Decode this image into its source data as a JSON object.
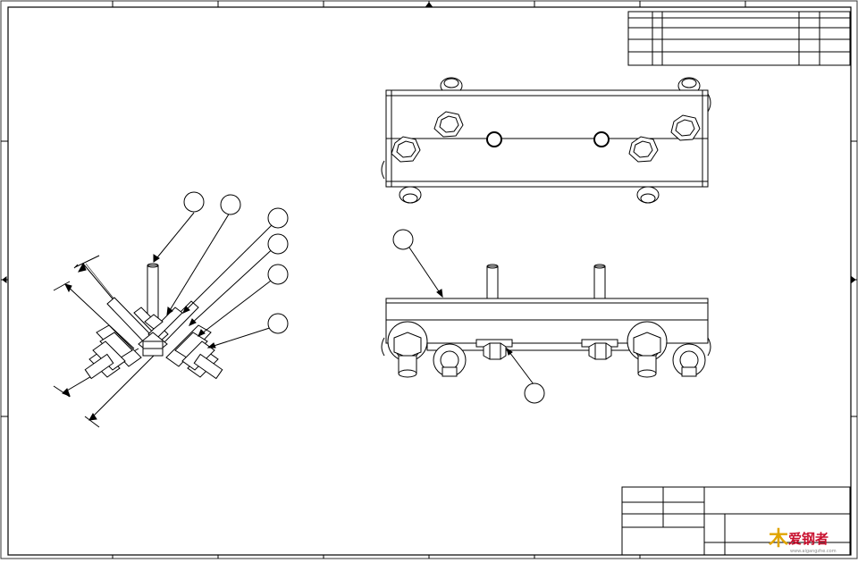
{
  "drawing": {
    "watermark": {
      "mark_text": "木",
      "name_text": "爱钢者",
      "url_text": "www.aigangzhe.com",
      "colors": {
        "gold": "#e0a400",
        "red": "#c8102e"
      }
    }
  }
}
